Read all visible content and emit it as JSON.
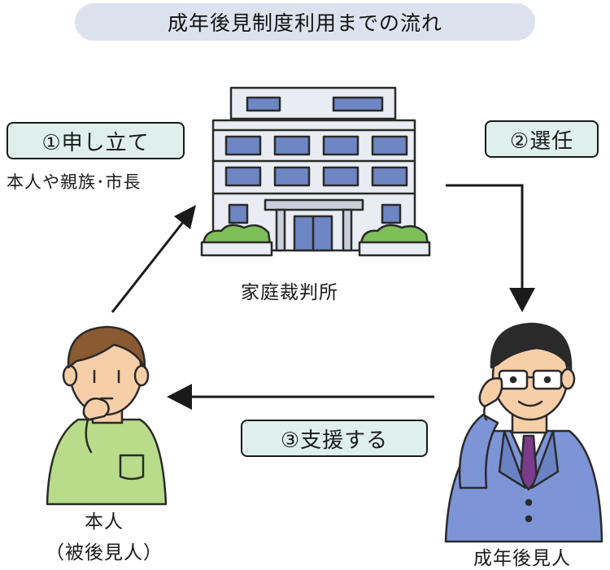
{
  "title": "成年後見制度利用までの流れ",
  "steps": {
    "step1": "①申し立て",
    "step2": "②選任",
    "step3": "③支援する"
  },
  "labels": {
    "petitioners": "本人や親族･市長",
    "court": "家庭裁判所",
    "principal": "本人",
    "principal_sub": "（被後見人）",
    "guardian": "成年後見人"
  },
  "colors": {
    "title_bg": "#dde3ee",
    "step_bg": "#dff0ec",
    "building": "#e9ecf2",
    "window": "#6f86c4",
    "shrub": "#7fbf5a",
    "principal_shirt": "#b8dc8a",
    "guardian_suit": "#7d95d6"
  }
}
